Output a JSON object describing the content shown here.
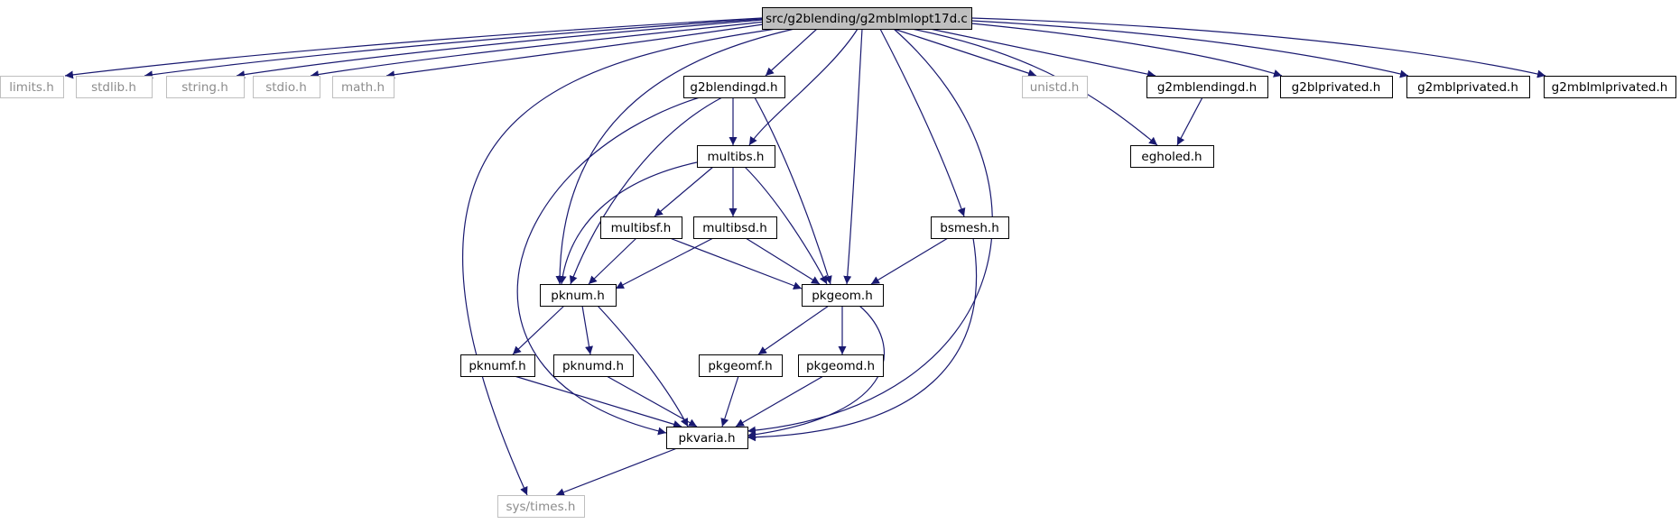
{
  "colors": {
    "edge": "#191970",
    "root_fill": "#bfbfbf",
    "node_border": "#000000",
    "external_border": "#bfbfbf",
    "external_text": "#8c8c8c",
    "text": "#000000"
  },
  "nodes": [
    {
      "id": "root",
      "label": "src/g2blending/g2mblmlopt17d.c",
      "kind": "root"
    },
    {
      "id": "limits",
      "label": "limits.h",
      "kind": "external"
    },
    {
      "id": "stdlib",
      "label": "stdlib.h",
      "kind": "external"
    },
    {
      "id": "string",
      "label": "string.h",
      "kind": "external"
    },
    {
      "id": "stdio",
      "label": "stdio.h",
      "kind": "external"
    },
    {
      "id": "math",
      "label": "math.h",
      "kind": "external"
    },
    {
      "id": "g2blendingd",
      "label": "g2blendingd.h",
      "kind": "local"
    },
    {
      "id": "unistd",
      "label": "unistd.h",
      "kind": "external"
    },
    {
      "id": "g2mblendingd",
      "label": "g2mblendingd.h",
      "kind": "local"
    },
    {
      "id": "g2blprivated",
      "label": "g2blprivated.h",
      "kind": "local"
    },
    {
      "id": "g2mblprivated",
      "label": "g2mblprivated.h",
      "kind": "local"
    },
    {
      "id": "g2mblmlprivated",
      "label": "g2mblmlprivated.h",
      "kind": "local"
    },
    {
      "id": "multibs",
      "label": "multibs.h",
      "kind": "local"
    },
    {
      "id": "egholed",
      "label": "egholed.h",
      "kind": "local"
    },
    {
      "id": "multibsf",
      "label": "multibsf.h",
      "kind": "local"
    },
    {
      "id": "multibsd",
      "label": "multibsd.h",
      "kind": "local"
    },
    {
      "id": "bsmesh",
      "label": "bsmesh.h",
      "kind": "local"
    },
    {
      "id": "pknum",
      "label": "pknum.h",
      "kind": "local"
    },
    {
      "id": "pkgeom",
      "label": "pkgeom.h",
      "kind": "local"
    },
    {
      "id": "pknumf",
      "label": "pknumf.h",
      "kind": "local"
    },
    {
      "id": "pknumd",
      "label": "pknumd.h",
      "kind": "local"
    },
    {
      "id": "pkgeomf",
      "label": "pkgeomf.h",
      "kind": "local"
    },
    {
      "id": "pkgeomd",
      "label": "pkgeomd.h",
      "kind": "local"
    },
    {
      "id": "pkvaria",
      "label": "pkvaria.h",
      "kind": "local"
    },
    {
      "id": "systimes",
      "label": "sys/times.h",
      "kind": "external"
    }
  ],
  "edges": [
    [
      "root",
      "limits"
    ],
    [
      "root",
      "stdlib"
    ],
    [
      "root",
      "string"
    ],
    [
      "root",
      "stdio"
    ],
    [
      "root",
      "math"
    ],
    [
      "root",
      "g2blendingd"
    ],
    [
      "root",
      "pknum"
    ],
    [
      "root",
      "systimes"
    ],
    [
      "root",
      "multibs"
    ],
    [
      "root",
      "pkgeom"
    ],
    [
      "root",
      "bsmesh"
    ],
    [
      "root",
      "pkvaria"
    ],
    [
      "root",
      "unistd"
    ],
    [
      "root",
      "egholed"
    ],
    [
      "root",
      "g2mblendingd"
    ],
    [
      "root",
      "g2blprivated"
    ],
    [
      "root",
      "g2mblprivated"
    ],
    [
      "root",
      "g2mblmlprivated"
    ],
    [
      "g2blendingd",
      "multibs"
    ],
    [
      "g2blendingd",
      "pknum"
    ],
    [
      "g2blendingd",
      "pkgeom"
    ],
    [
      "g2blendingd",
      "pkvaria"
    ],
    [
      "multibs",
      "multibsf"
    ],
    [
      "multibs",
      "multibsd"
    ],
    [
      "multibs",
      "pknum"
    ],
    [
      "multibs",
      "pkgeom"
    ],
    [
      "multibsf",
      "pknum"
    ],
    [
      "multibsf",
      "pkgeom"
    ],
    [
      "multibsd",
      "pknum"
    ],
    [
      "multibsd",
      "pkgeom"
    ],
    [
      "bsmesh",
      "pkgeom"
    ],
    [
      "bsmesh",
      "pkvaria"
    ],
    [
      "pknum",
      "pknumf"
    ],
    [
      "pknum",
      "pknumd"
    ],
    [
      "pknum",
      "pkvaria"
    ],
    [
      "pkgeom",
      "pkgeomf"
    ],
    [
      "pkgeom",
      "pkgeomd"
    ],
    [
      "pkgeom",
      "pkvaria"
    ],
    [
      "pknumf",
      "pkvaria"
    ],
    [
      "pknumd",
      "pkvaria"
    ],
    [
      "pkgeomf",
      "pkvaria"
    ],
    [
      "pkgeomd",
      "pkvaria"
    ],
    [
      "pkvaria",
      "systimes"
    ],
    [
      "g2mblendingd",
      "egholed"
    ]
  ]
}
